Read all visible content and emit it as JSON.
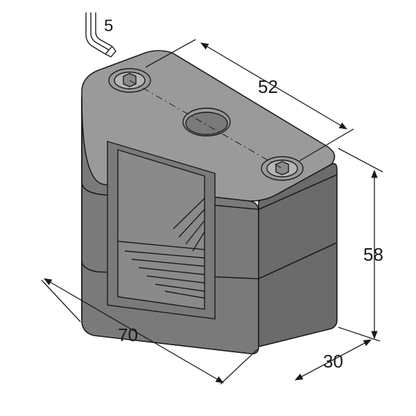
{
  "dimensions": {
    "length_top": "52",
    "height": "58",
    "width_front": "70",
    "depth": "30"
  },
  "tool": {
    "hex_key_size": "5"
  },
  "colors": {
    "body_front": "#7a7a7a",
    "body_top": "#9a9a9a",
    "body_side": "#6b6b6b",
    "outline": "#1a1a1a",
    "screw": "#b5b5b5",
    "background": "#ffffff"
  }
}
